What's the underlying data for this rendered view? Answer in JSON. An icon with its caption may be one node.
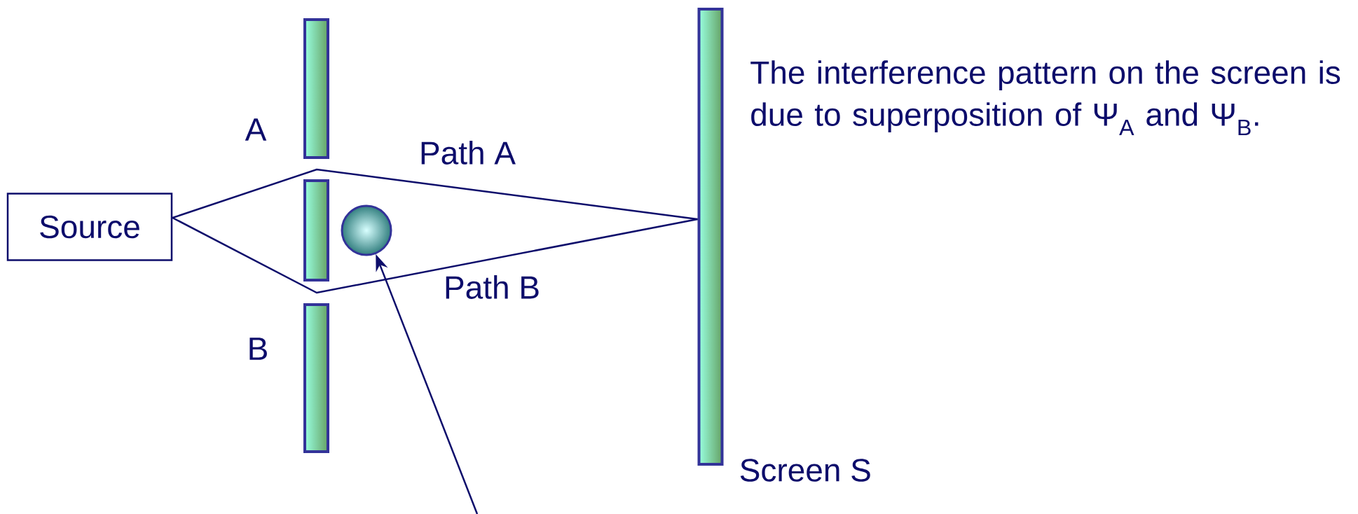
{
  "diagram": {
    "nodes": [
      {
        "text": [
          "Source"
        ]
      },
      {
        "text": [],
        "shape": "bar",
        "beside": [
          "Screen S"
        ]
      },
      {
        "text": [],
        "shape": "circle"
      }
    ],
    "edges": [
      {
        "from": 0,
        "to": 1,
        "arrow": "none",
        "label": "Path A"
      },
      {
        "from": 0,
        "to": 1,
        "arrow": "none",
        "label": "Path B"
      },
      {
        "from": null,
        "to": 2,
        "arrow": "to"
      }
    ],
    "labels": [
      "A",
      "B",
      "The interference pattern on the screen is due to superposition of Ψ$_{A}$ and Ψ$_{B}$."
    ]
  }
}
